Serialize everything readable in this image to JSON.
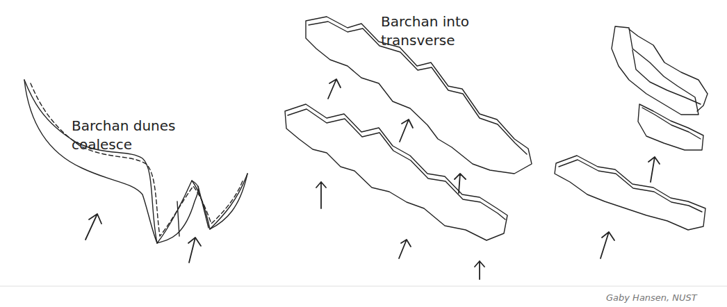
{
  "diagram": {
    "labels": [
      "Barchan dunes coalesce",
      "Barchan into transverse",
      "Gaby Hansen, NUST"
    ]
  }
}
